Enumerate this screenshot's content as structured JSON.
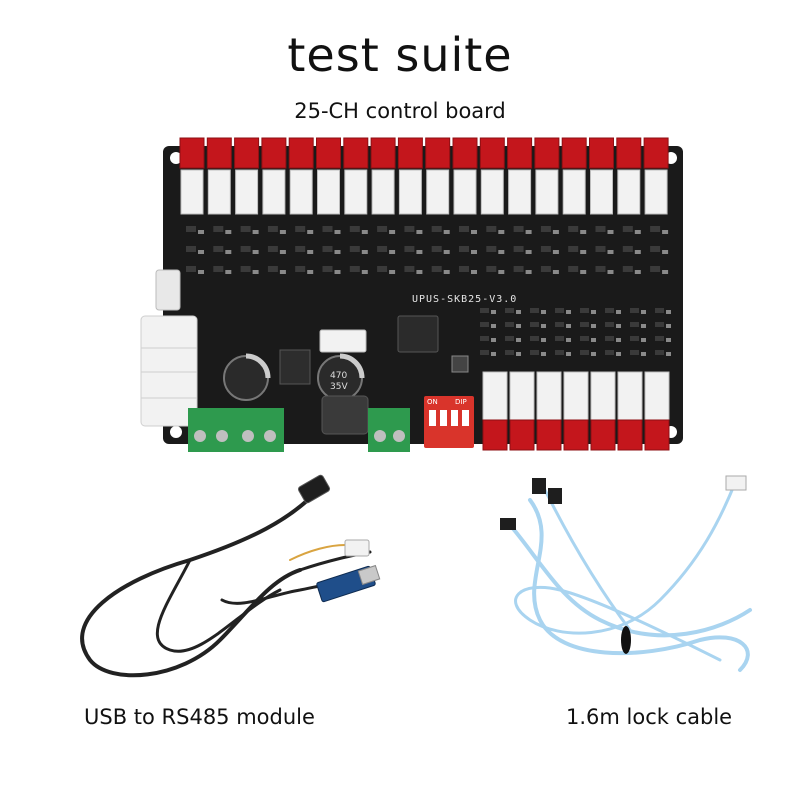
{
  "title": "test suite",
  "subtitle": "25-CH control board",
  "board_marking": "UPUS-SKB25-V3.0",
  "cap_marking_1": "470",
  "cap_marking_2": "35V",
  "dip_on_label": "ON",
  "dip_dip_label": "DIP",
  "captions": {
    "left": "USB to RS485 module",
    "right": "1.6m lock cable"
  },
  "colors": {
    "pcb": "#1a1a1a",
    "connector_red": "#c4161c",
    "connector_white": "#f2f2f2",
    "terminal_green": "#2e9a4e",
    "cable_black": "#222222",
    "cable_blue": "#a9d4f0"
  }
}
